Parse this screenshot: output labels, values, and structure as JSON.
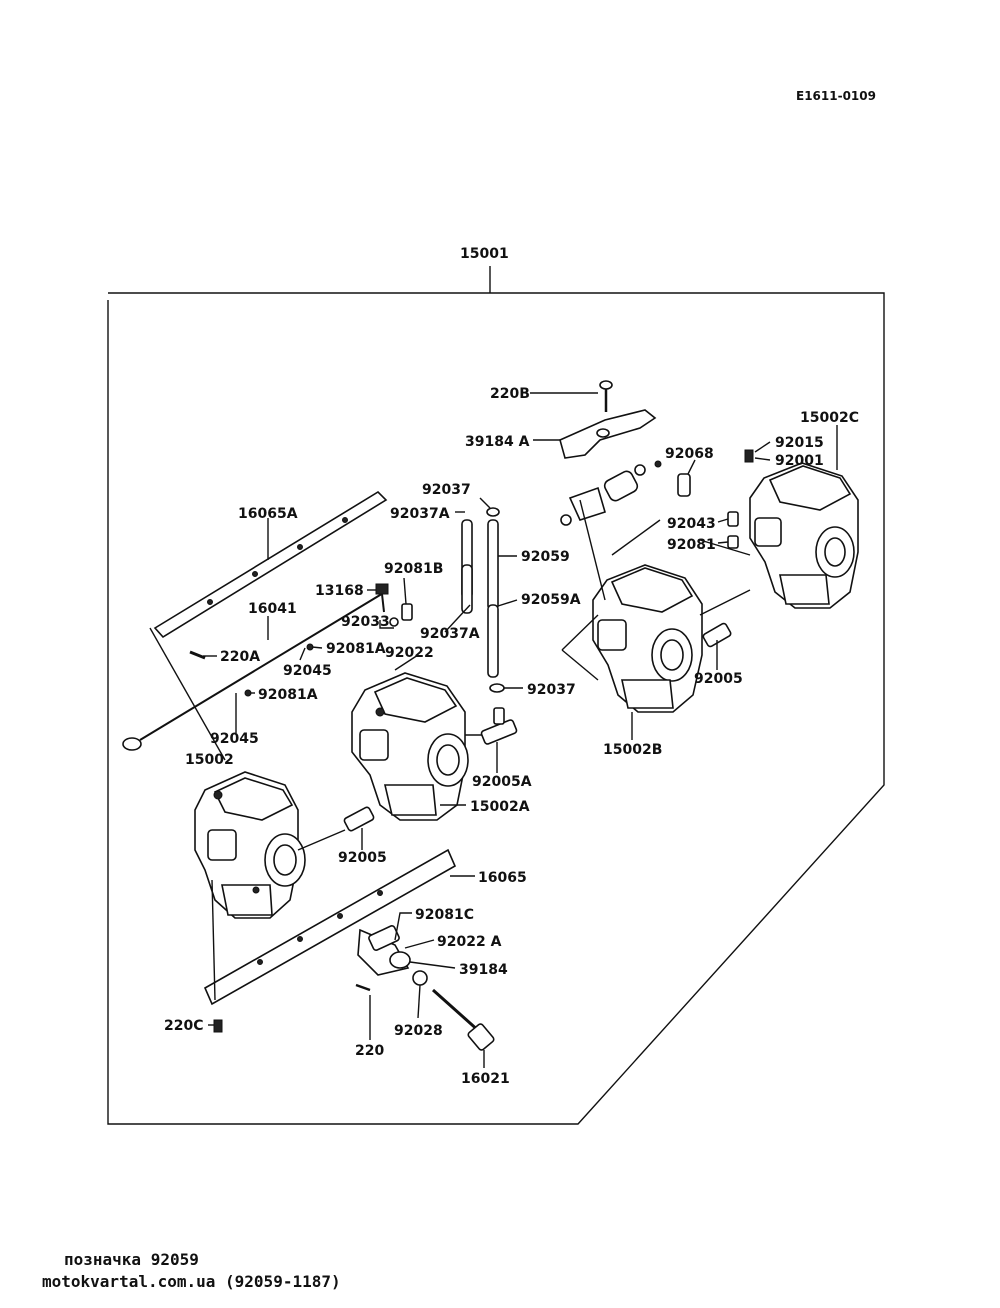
{
  "drawing_code": "E1611-0109",
  "assembly_number": "15001",
  "labels": {
    "p220B": "220B",
    "p39184A": "39184 A",
    "p15002C": "15002C",
    "p92015": "92015",
    "p92001": "92001",
    "p92068": "92068",
    "p92037_top": "92037",
    "p92037A_top": "92037A",
    "p16065A": "16065A",
    "p92043": "92043",
    "p92081_right": "92081",
    "p92059": "92059",
    "p92081B": "92081B",
    "p13168": "13168",
    "p16041": "16041",
    "p92059A": "92059A",
    "p92033": "92033",
    "p92037A_mid": "92037A",
    "p92022": "92022",
    "p220A": "220A",
    "p92081A_1": "92081A",
    "p92045_1": "92045",
    "p92081A_2": "92081A",
    "p92037_bottom": "92037",
    "p92005_right": "92005",
    "p15002B": "15002B",
    "p92045_2": "92045",
    "p15002": "15002",
    "p92005A": "92005A",
    "p15002A": "15002A",
    "p92005_left": "92005",
    "p16065": "16065",
    "p92081C": "92081C",
    "p92022A": "92022 A",
    "p39184": "39184",
    "p220C": "220C",
    "p220": "220",
    "p92028": "92028",
    "p16021": "16021"
  },
  "footer": {
    "line1": "позначка 92059",
    "line2": "motokvartal.com.ua (92059-1187)"
  }
}
